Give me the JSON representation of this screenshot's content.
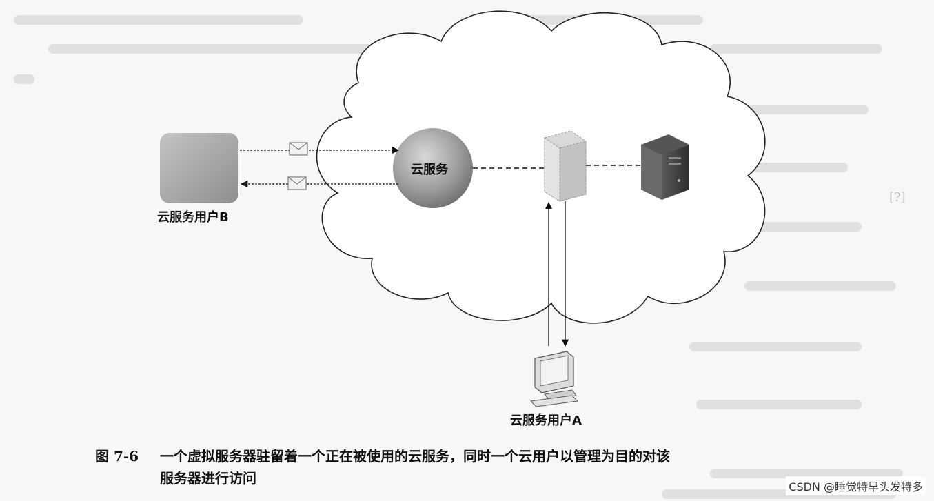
{
  "diagram": {
    "cloud_service_label": "云服务",
    "user_b_label": "云服务用户B",
    "user_a_label": "云服务用户A"
  },
  "caption": {
    "number": "图 7-6",
    "line1": "一个虚拟服务器驻留着一个正在被使用的云服务，同时一个云用户以管理为目的对该",
    "line2": "服务器进行访问"
  },
  "watermark": "CSDN @睡觉特早头发特多",
  "colors": {
    "sphere": "#9a9a9a",
    "physical_server": "#4a4a4a",
    "user_b_device": "#a0a0a0",
    "cloud_outline": "#222222"
  }
}
